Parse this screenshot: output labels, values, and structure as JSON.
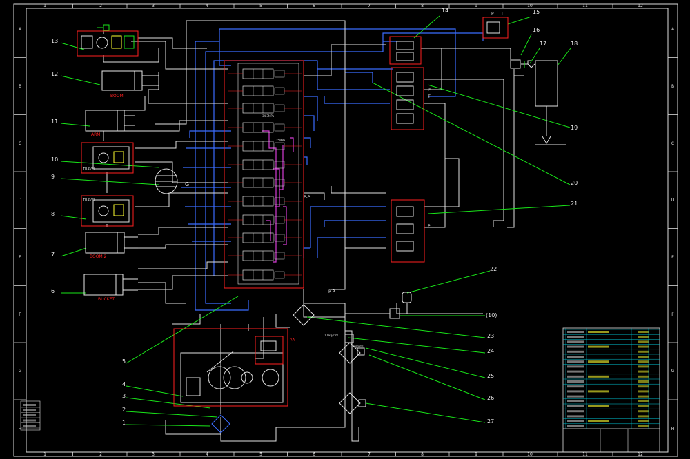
{
  "frame": {
    "columns": [
      "1",
      "2",
      "3",
      "4",
      "5",
      "6",
      "7",
      "8",
      "9",
      "10",
      "11",
      "12"
    ],
    "rows": [
      "A",
      "B",
      "C",
      "D",
      "E",
      "F",
      "G",
      "H"
    ]
  },
  "callouts": [
    "1",
    "2",
    "3",
    "4",
    "5",
    "6",
    "7",
    "8",
    "9",
    "10",
    "11",
    "12",
    "13",
    "14",
    "15",
    "16",
    "17",
    "18",
    "19",
    "20",
    "21",
    "22",
    "23",
    "24",
    "25",
    "26",
    "27"
  ],
  "labels": {
    "c12_tag": "BOOM",
    "c11_tag": "ARM",
    "c10_tag": "TRAVEL",
    "c8_tag": "TRAVEL",
    "c7_tag": "BOOM 2",
    "c6_tag": "BUCKET",
    "port_p": "P",
    "port_t": "T",
    "pp_label": "P-P",
    "ref_10": "(10)",
    "relief_25": "25MPa",
    "relief_34": "34.3MPa",
    "relief_pa": "P.A",
    "press_24": "1.0kg/cm²",
    "press_26": "3kg/cm²"
  },
  "colors": {
    "frame": "#ffffff",
    "line_white": "#e8e8e8",
    "line_blue": "#3b6cff",
    "line_red": "#ff2020",
    "line_green": "#19e619",
    "line_cyan": "#2ad0ff",
    "line_magenta": "#e040e0",
    "line_yellow": "#ffff30",
    "table_cyan": "#00c8d8"
  }
}
